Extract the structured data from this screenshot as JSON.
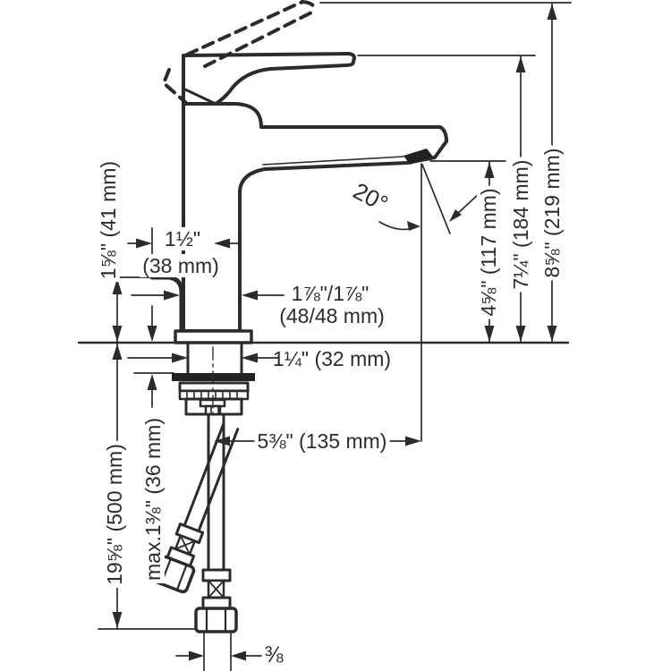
{
  "drawing": {
    "kind": "faucet-installation-dimension-diagram",
    "angle_label": "20°",
    "connection_size_label": "⅜",
    "dimensions": {
      "handle_hook_height": "1⅝\" (41 mm)",
      "handle_offset_line1": "1½\"",
      "handle_offset_line2": "(38 mm)",
      "spout_to_center_line1": "1⅞\"/1⅞\"",
      "spout_to_center_line2": "(48/48 mm)",
      "shank_diameter": "1¼\" (32 mm)",
      "spout_reach": "5⅜\" (135 mm)",
      "hose_length": "19⅝\" (500 mm)",
      "max_deck_thickness": "max.1⅜\" (36 mm)",
      "spout_height": "4⅝\" (117 mm)",
      "handle_top_height": "7¼\" (184 mm)",
      "total_height": "8⅝\" (219 mm)"
    },
    "colors": {
      "line": "#2b2b2b",
      "background": "#ffffff"
    }
  }
}
